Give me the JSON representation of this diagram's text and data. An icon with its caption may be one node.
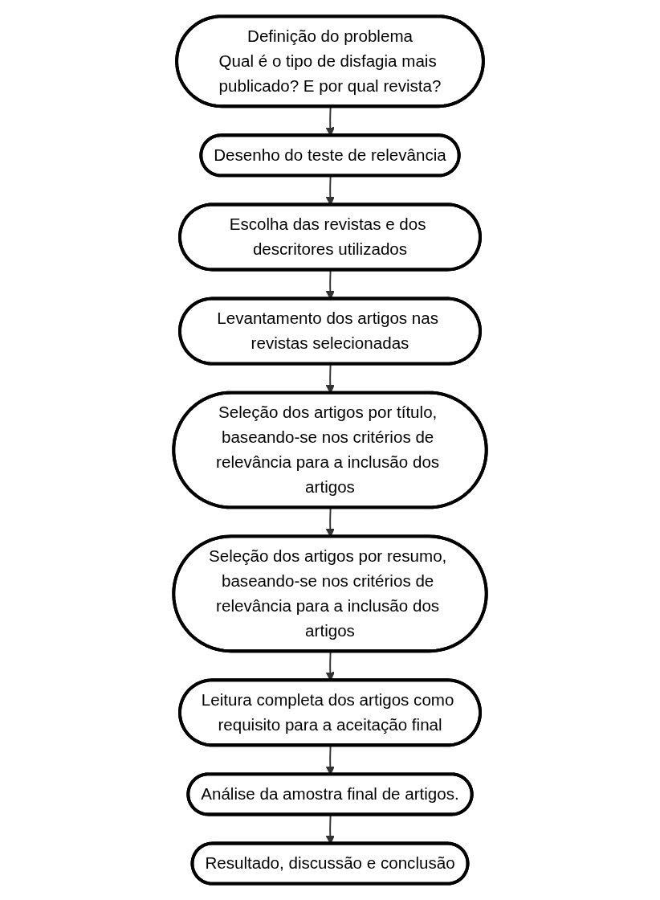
{
  "diagram": {
    "nodes": [
      {
        "text": [
          "Definição do problema",
          "Qual é o tipo de disfagia mais publicado? E por qual revista?"
        ]
      },
      {
        "text": [
          "Desenho do teste de relevância"
        ]
      },
      {
        "text": [
          "Escolha das revistas e dos descritores utilizados"
        ]
      },
      {
        "text": [
          "Levantamento dos artigos nas revistas selecionadas"
        ]
      },
      {
        "text": [
          "Seleção dos artigos por título, baseando-se nos critérios de relevância para a inclusão dos artigos"
        ]
      },
      {
        "text": [
          "Seleção dos artigos por resumo, baseando-se nos critérios de relevância para a inclusão dos artigos"
        ]
      },
      {
        "text": [
          "Leitura completa dos artigos como requisito para a aceitação final"
        ]
      },
      {
        "text": [
          "Análise da amostra final de artigos."
        ]
      },
      {
        "text": [
          "Resultado, discussão e conclusão"
        ]
      }
    ],
    "edges": [
      {
        "from": 0,
        "to": 1,
        "arrow": "to"
      },
      {
        "from": 1,
        "to": 2,
        "arrow": "to"
      },
      {
        "from": 2,
        "to": 3,
        "arrow": "to"
      },
      {
        "from": 3,
        "to": 4,
        "arrow": "to"
      },
      {
        "from": 4,
        "to": 5,
        "arrow": "to"
      },
      {
        "from": 5,
        "to": 6,
        "arrow": "to"
      },
      {
        "from": 6,
        "to": 7,
        "arrow": "to"
      },
      {
        "from": 7,
        "to": 8,
        "arrow": "to"
      }
    ]
  }
}
